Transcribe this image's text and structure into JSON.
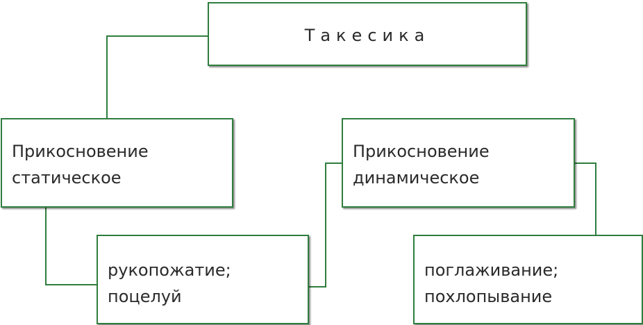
{
  "diagram": {
    "root": {
      "label": "Такесика"
    },
    "static_touch": {
      "label": "Прикосновение\nстатическое"
    },
    "dynamic_touch": {
      "label": "Прикосновение\nдинамическое"
    },
    "static_examples": {
      "label": "рукопожатие;\nпоцелуй"
    },
    "dynamic_examples": {
      "label": "поглаживание;\nпохлопывание"
    },
    "colors": {
      "border": "#2f7d3d",
      "text": "#2a2a2a",
      "background": "#ffffff"
    }
  }
}
